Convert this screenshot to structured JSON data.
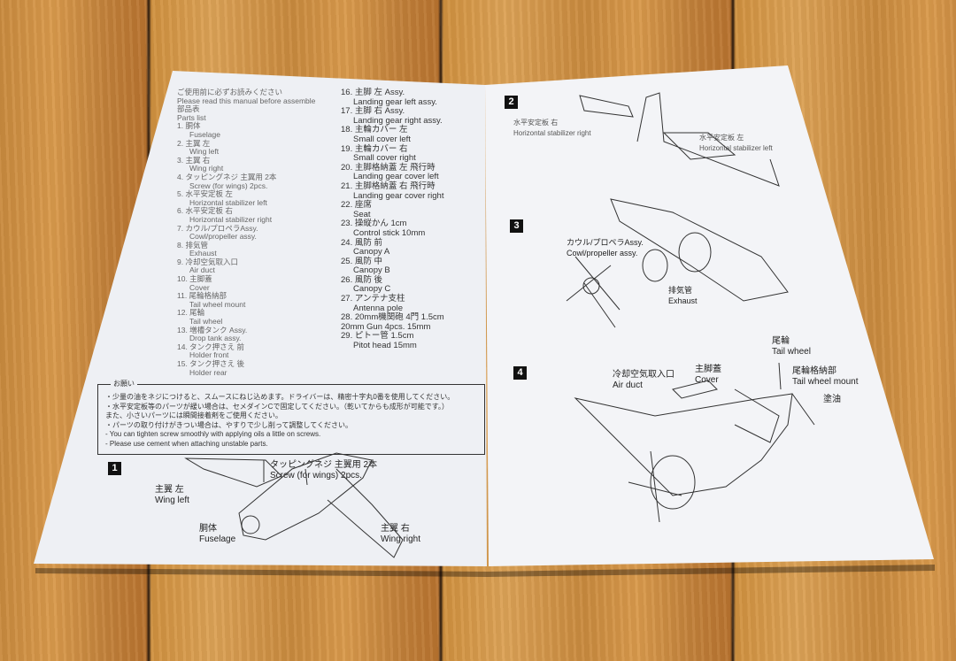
{
  "left_page": {
    "header": [
      "ご使用前に必ずお読みください",
      "Please read this manual before assemble",
      "部品表",
      "Parts list"
    ],
    "parts_a": [
      "1. 胴体",
      "Fuselage",
      "2. 主翼 左",
      "Wing left",
      "3. 主翼 右",
      "Wing right",
      "4. タッピングネジ 主翼用 2本",
      "Screw (for wings) 2pcs.",
      "5. 水平安定板 左",
      "Horizontal stabilizer left",
      "6. 水平安定板 右",
      "Horizontal stabilizer right",
      "7. カウル/プロペラAssy.",
      "Cowl/propeller assy.",
      "8. 排気管",
      "Exhaust",
      "9. 冷却空気取入口",
      "Air duct",
      "10. 主脚蓋",
      "Cover",
      "11. 尾輪格納部",
      "Tail wheel mount",
      "12. 尾輪",
      "Tail wheel",
      "13. 増槽タンク Assy.",
      "Drop tank assy.",
      "14. タンク押さえ 前",
      "Holder front",
      "15. タンク押さえ 後",
      "Holder rear"
    ],
    "parts_b": [
      "16. 主脚 左 Assy.",
      "Landing gear left assy.",
      "17. 主脚 右 Assy.",
      "Landing gear right assy.",
      "18. 主輪カバー 左",
      "Small cover left",
      "19. 主輪カバー 右",
      "Small cover right",
      "20. 主脚格納蓋 左 飛行時",
      "Landing gear cover left",
      "21. 主脚格納蓋 右 飛行時",
      "Landing gear cover right",
      "22. 座席",
      "Seat",
      "23. 操縦かん 1cm",
      "Control stick 10mm",
      "24. 風防 前",
      "Canopy A",
      "25. 風防 中",
      "Canopy B",
      "26. 風防 後",
      "Canopy C",
      "27. アンテナ支柱",
      "Antenna pole",
      "28. 20mm機関砲 4門 1.5cm",
      "20mm Gun 4pcs. 15mm",
      "29. ピトー管 1.5cm",
      "Pitot head 15mm"
    ],
    "notes_title": "お願い",
    "notes": [
      "・少量の油をネジにつけると、スムースにねじ込めます。ドライバーは、精密十字丸0番を使用してください。",
      "・水平安定板等のパーツが緩い場合は、セメダインCで固定してください。（乾いてからも成形が可能です。）",
      "また、小さいパーツには瞬間接着剤をご使用ください。",
      "・パーツの取り付けがきつい場合は、やすりで少し削って調整してください。",
      "- You can tighten screw smoothly with applying oils a little on screws.",
      "- Please use cement when attaching unstable parts."
    ],
    "step1": {
      "number": "1",
      "labels": {
        "screw": "タッピングネジ 主翼用 2本\nScrew (for wings) 2pcs.",
        "wing_left": "主翼 左\nWing left",
        "fuselage": "胴体\nFuselage",
        "wing_right": "主翼 右\nWing right"
      }
    }
  },
  "right_page": {
    "step2": {
      "number": "2",
      "labels": {
        "stab_right": "水平安定板 右\nHorizontal stabilizer right",
        "stab_left": "水平安定板 左\nHorizontal stabilizer left"
      }
    },
    "step3": {
      "number": "3",
      "labels": {
        "cowl": "カウル/プロペラAssy.\nCowl/propeller assy.",
        "exhaust": "排気管\nExhaust"
      }
    },
    "step4": {
      "number": "4",
      "labels": {
        "air_duct": "冷却空気取入口\nAir duct",
        "cover": "主脚蓋\nCover",
        "tail_wheel": "尾輪\nTail wheel",
        "tail_mount": "尾輪格納部\nTail wheel mount",
        "oil": "塗油"
      }
    }
  }
}
